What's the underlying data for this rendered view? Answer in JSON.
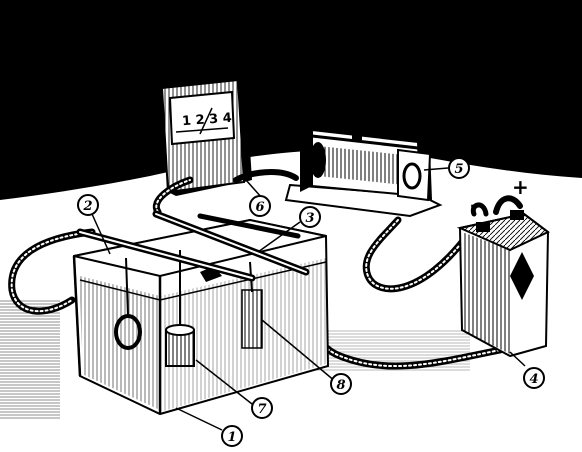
{
  "callouts": {
    "c1": "1",
    "c2": "2",
    "c3": "3",
    "c4": "4",
    "c5": "5",
    "c6": "6",
    "c7": "7",
    "c8": "8"
  },
  "polarity": {
    "minus": "–",
    "plus": "+"
  },
  "meter": {
    "dial": "1 2 3 4"
  },
  "colors": {
    "ink": "#000000",
    "paper": "#ffffff",
    "hatch": "#1a1a1a"
  }
}
